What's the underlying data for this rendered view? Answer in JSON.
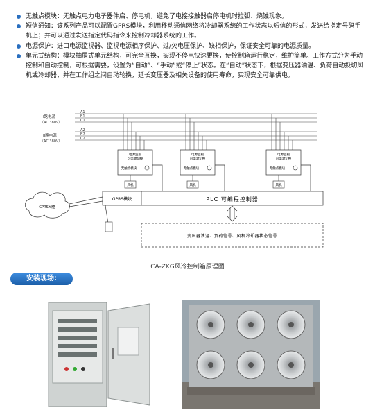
{
  "bullets": [
    {
      "text": "无触点模块：无触点电力电子器件启、停电机，避免了电接接触器启停电机时拉弧、烧蚀现象。"
    },
    {
      "text": "短信通知：该系列产品可以配置GPRS模块，利用移动通信网络将冷却器系统的工作状态以短信的形式，发送给指定号码手机上；并可以通过发送指定代码指令来控制冷却器系统的工作。"
    },
    {
      "text": "电源保护：进口电源监视器、监视电源相序保护、过/欠电压保护、缺相保护，保证安全可靠的电源质量。"
    },
    {
      "text": "单元式结构：模块抽屉式单元结构，可完全互换，实现不停电快速更换，使控制箱运行稳定，维护简单。工作方式分为手动控制和自动控制，可根据需要，设置为“自动”、“手动”或“停止”状态。在“自动”状态下，根据变压器油温、负荷自动投切风机或冷却器，并在工作组之间自动轮换，延长变压器及相关设备的使用寿命，实现安全可靠供电。"
    }
  ],
  "diagram": {
    "power1_label": "I路电源",
    "power1_voltage": "（AC 380V）",
    "power2_label": "II路电源",
    "power2_voltage": "（AC 380V）",
    "phases1": [
      "A1",
      "B1",
      "C1"
    ],
    "phases2": [
      "A2",
      "B2",
      "C2"
    ],
    "module_title_1": "电源监视",
    "module_title_2": "可电源切换",
    "module_sub": "无触点模块",
    "motor_label": "风机",
    "gprs_module": "GPRS模块",
    "gprs_network": "GPRS网络",
    "plc_label": "PLC 可编程控制器",
    "signals_label": "变压器油温、负荷信号、风机冷却器状态信号"
  },
  "caption": "CA-ZKG风冷控制箱原理图",
  "section_label": "安装现场:",
  "colors": {
    "accent": "#2a6fbf",
    "badge": "#1b5ea8"
  }
}
